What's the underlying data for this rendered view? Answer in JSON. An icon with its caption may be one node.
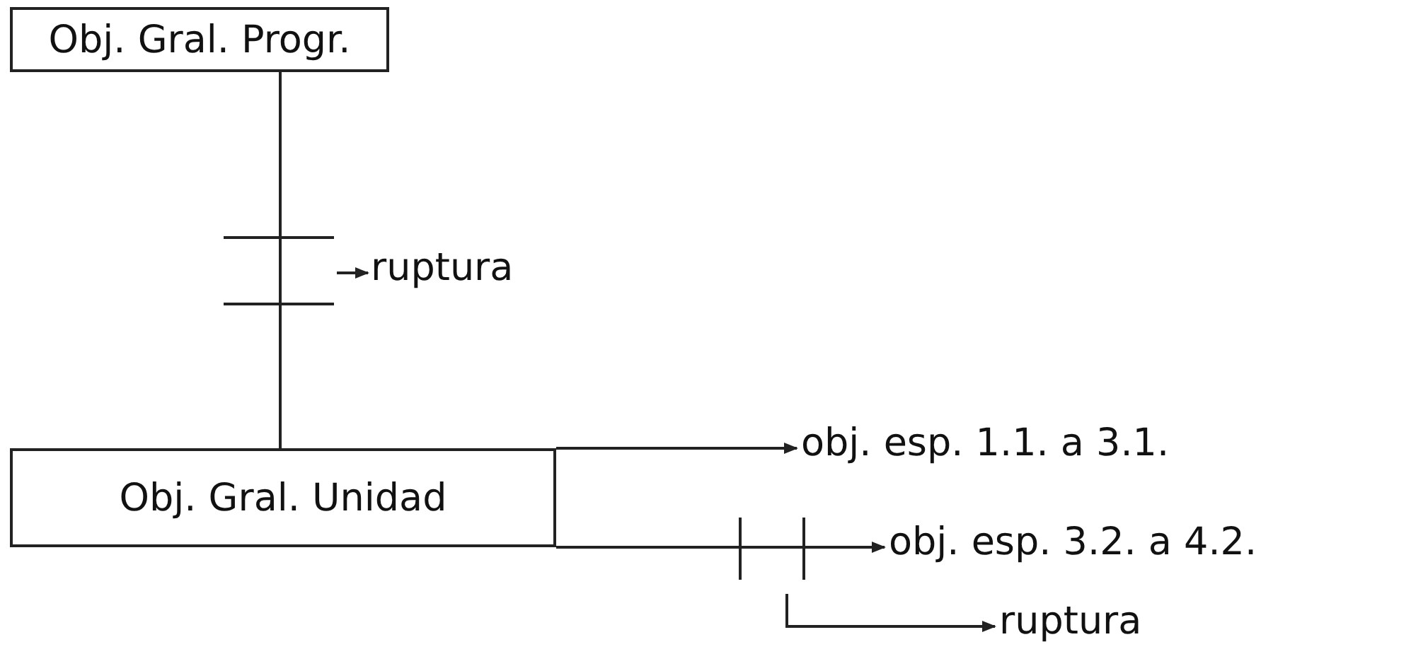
{
  "diagram": {
    "nodes": [
      {
        "text": [
          "Obj. Gral. Progr."
        ]
      },
      {
        "text": [
          "ruptura"
        ]
      },
      {
        "text": [
          "Obj. Gral. Unidad"
        ]
      },
      {
        "text": [
          "obj. esp. 1.1. a 3.1."
        ]
      },
      {
        "text": [
          "obj. esp. 3.2. a 4.2."
        ]
      },
      {
        "text": [
          "ruptura"
        ]
      }
    ],
    "edges": [
      {
        "from": 0,
        "to": 2,
        "arrow": "none"
      },
      {
        "from": null,
        "to": 1,
        "arrow": "to"
      },
      {
        "from": 2,
        "to": 3,
        "arrow": "to"
      },
      {
        "from": 2,
        "to": 4,
        "arrow": "to"
      },
      {
        "from": null,
        "to": 5,
        "arrow": "to"
      }
    ]
  }
}
